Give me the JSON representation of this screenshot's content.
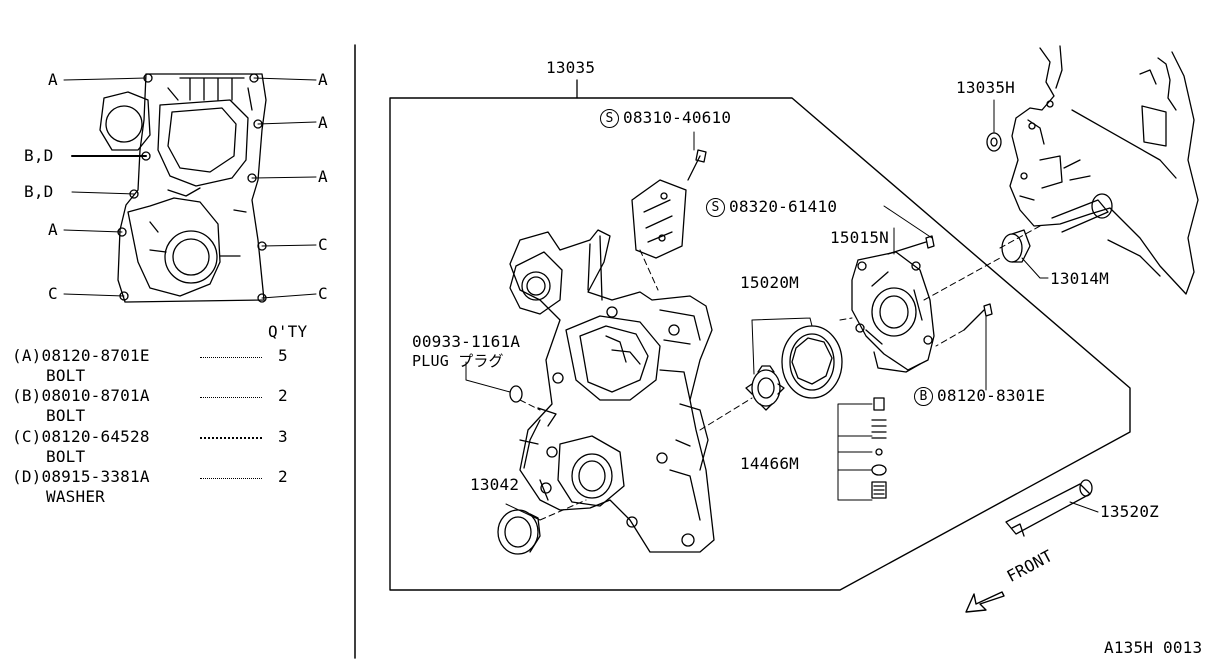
{
  "left_view": {
    "callouts": [
      "A",
      "A",
      "A",
      "B,D",
      "A",
      "B,D",
      "A",
      "C",
      "C",
      "C"
    ]
  },
  "qty_header": "Q'TY",
  "bolt_table": [
    {
      "code": "(A)08120-8701E",
      "desc": "BOLT",
      "qty": "5"
    },
    {
      "code": "(B)08010-8701A",
      "desc": "BOLT",
      "qty": "2"
    },
    {
      "code": "(C)08120-64528",
      "desc": "BOLT",
      "qty": "3"
    },
    {
      "code": "(D)08915-3381A",
      "desc": "WASHER",
      "qty": "2"
    }
  ],
  "parts": {
    "p13035": "13035",
    "p08310": "08310-40610",
    "p08320": "08320-61410",
    "p15015N": "15015N",
    "p15020M": "15020M",
    "p00933": "00933-1161A",
    "plug": "PLUG プラグ",
    "p13042": "13042",
    "p14466M": "14466M",
    "p08120": "08120-8301E",
    "p13035H": "13035H",
    "p13014M": "13014M",
    "p13520Z": "13520Z"
  },
  "circle_letters": {
    "s1": "S",
    "s2": "S",
    "b1": "B"
  },
  "front_label": "FRONT",
  "diagram_code": "A135H 0013"
}
